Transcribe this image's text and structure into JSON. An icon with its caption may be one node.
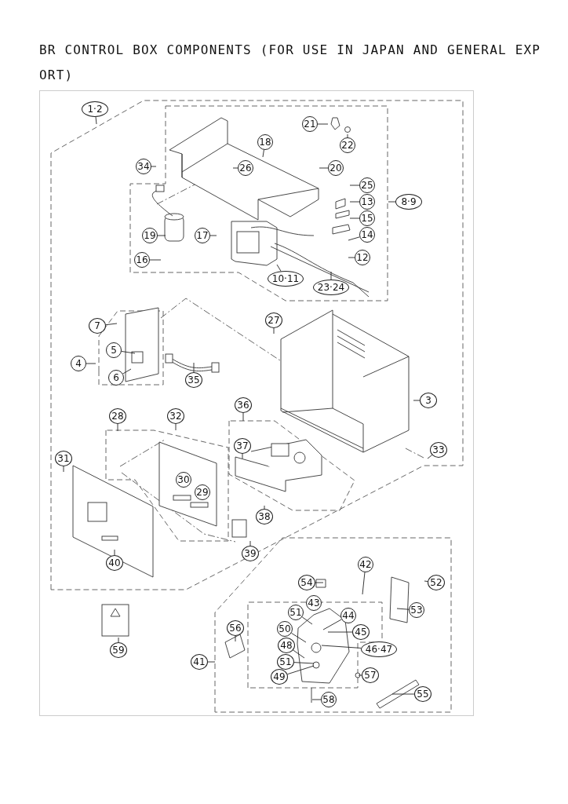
{
  "diagram": {
    "title": "BR CONTROL BOX COMPONENTS (FOR USE IN JAPAN AND GENERAL EXPORT)",
    "nodes": [
      {
        "text": [
          "1·2"
        ]
      },
      {
        "text": [
          "21"
        ]
      },
      {
        "text": [
          "18"
        ]
      },
      {
        "text": [
          "22"
        ]
      },
      {
        "text": [
          "34"
        ]
      },
      {
        "text": [
          "26"
        ]
      },
      {
        "text": [
          "20"
        ]
      },
      {
        "text": [
          "25"
        ]
      },
      {
        "text": [
          "8·9"
        ]
      },
      {
        "text": [
          "13"
        ]
      },
      {
        "text": [
          "15"
        ]
      },
      {
        "text": [
          "14"
        ]
      },
      {
        "text": [
          "19"
        ]
      },
      {
        "text": [
          "17"
        ]
      },
      {
        "text": [
          "12"
        ]
      },
      {
        "text": [
          "16"
        ]
      },
      {
        "text": [
          "10·11"
        ]
      },
      {
        "text": [
          "23·24"
        ]
      },
      {
        "text": [
          "27"
        ]
      },
      {
        "text": [
          "7"
        ]
      },
      {
        "text": [
          "5"
        ]
      },
      {
        "text": [
          "4"
        ]
      },
      {
        "text": [
          "6"
        ]
      },
      {
        "text": [
          "35"
        ]
      },
      {
        "text": [
          "3"
        ]
      },
      {
        "text": [
          "36"
        ]
      },
      {
        "text": [
          "28"
        ]
      },
      {
        "text": [
          "32"
        ]
      },
      {
        "text": [
          "37"
        ]
      },
      {
        "text": [
          "31"
        ]
      },
      {
        "text": [
          "33"
        ]
      },
      {
        "text": [
          "30"
        ]
      },
      {
        "text": [
          "29"
        ]
      },
      {
        "text": [
          "38"
        ]
      },
      {
        "text": [
          "39"
        ]
      },
      {
        "text": [
          "40"
        ]
      },
      {
        "text": [
          "42"
        ]
      },
      {
        "text": [
          "54"
        ]
      },
      {
        "text": [
          "52"
        ]
      },
      {
        "text": [
          "51"
        ]
      },
      {
        "text": [
          "43"
        ]
      },
      {
        "text": [
          "53"
        ]
      },
      {
        "text": [
          "44"
        ]
      },
      {
        "text": [
          "50"
        ]
      },
      {
        "text": [
          "45"
        ]
      },
      {
        "text": [
          "56"
        ]
      },
      {
        "text": [
          "46·47"
        ]
      },
      {
        "text": [
          "48"
        ]
      },
      {
        "text": [
          "51"
        ]
      },
      {
        "text": [
          "41"
        ]
      },
      {
        "text": [
          "49"
        ]
      },
      {
        "text": [
          "57"
        ]
      },
      {
        "text": [
          "55"
        ]
      },
      {
        "text": [
          "58"
        ]
      },
      {
        "text": [
          "59"
        ]
      }
    ],
    "edges": [
      {
        "from": 0,
        "to": null,
        "arrow": "none"
      },
      {
        "from": 1,
        "to": null,
        "arrow": "none"
      },
      {
        "from": 2,
        "to": null,
        "arrow": "none"
      },
      {
        "from": 3,
        "to": null,
        "arrow": "none"
      },
      {
        "from": 4,
        "to": null,
        "arrow": "none"
      },
      {
        "from": 5,
        "to": null,
        "arrow": "none"
      },
      {
        "from": 6,
        "to": null,
        "arrow": "none"
      },
      {
        "from": 7,
        "to": null,
        "arrow": "none"
      },
      {
        "from": 8,
        "to": null,
        "arrow": "none"
      },
      {
        "from": 9,
        "to": null,
        "arrow": "none"
      },
      {
        "from": 10,
        "to": null,
        "arrow": "none"
      },
      {
        "from": 11,
        "to": null,
        "arrow": "none"
      },
      {
        "from": 12,
        "to": null,
        "arrow": "none"
      },
      {
        "from": 13,
        "to": null,
        "arrow": "none"
      },
      {
        "from": 14,
        "to": null,
        "arrow": "none"
      },
      {
        "from": 15,
        "to": null,
        "arrow": "none"
      },
      {
        "from": 16,
        "to": null,
        "arrow": "none"
      },
      {
        "from": 17,
        "to": null,
        "arrow": "none"
      },
      {
        "from": 18,
        "to": null,
        "arrow": "none"
      },
      {
        "from": 19,
        "to": null,
        "arrow": "none"
      },
      {
        "from": 20,
        "to": null,
        "arrow": "none"
      },
      {
        "from": 21,
        "to": null,
        "arrow": "none"
      },
      {
        "from": 22,
        "to": null,
        "arrow": "none"
      },
      {
        "from": 23,
        "to": null,
        "arrow": "none"
      },
      {
        "from": 24,
        "to": null,
        "arrow": "none"
      },
      {
        "from": 25,
        "to": null,
        "arrow": "none"
      },
      {
        "from": 26,
        "to": null,
        "arrow": "none"
      },
      {
        "from": 27,
        "to": null,
        "arrow": "none"
      },
      {
        "from": 28,
        "to": null,
        "arrow": "none"
      },
      {
        "from": 29,
        "to": null,
        "arrow": "none"
      },
      {
        "from": 30,
        "to": null,
        "arrow": "none"
      },
      {
        "from": 33,
        "to": null,
        "arrow": "none"
      },
      {
        "from": 34,
        "to": null,
        "arrow": "none"
      },
      {
        "from": 35,
        "to": null,
        "arrow": "none"
      },
      {
        "from": 36,
        "to": null,
        "arrow": "none"
      },
      {
        "from": 37,
        "to": null,
        "arrow": "none"
      },
      {
        "from": 38,
        "to": null,
        "arrow": "none"
      },
      {
        "from": 39,
        "to": null,
        "arrow": "none"
      },
      {
        "from": 41,
        "to": null,
        "arrow": "none"
      },
      {
        "from": 42,
        "to": null,
        "arrow": "none"
      },
      {
        "from": 43,
        "to": null,
        "arrow": "none"
      },
      {
        "from": 44,
        "to": null,
        "arrow": "none"
      },
      {
        "from": 45,
        "to": null,
        "arrow": "none"
      },
      {
        "from": 46,
        "to": null,
        "arrow": "none"
      },
      {
        "from": 47,
        "to": null,
        "arrow": "none"
      },
      {
        "from": 48,
        "to": null,
        "arrow": "none"
      },
      {
        "from": 49,
        "to": null,
        "arrow": "none"
      },
      {
        "from": 50,
        "to": null,
        "arrow": "none"
      },
      {
        "from": 51,
        "to": null,
        "arrow": "none"
      },
      {
        "from": 52,
        "to": null,
        "arrow": "none"
      },
      {
        "from": 53,
        "to": null,
        "arrow": "none"
      },
      {
        "from": 54,
        "to": null,
        "arrow": "none"
      }
    ]
  }
}
